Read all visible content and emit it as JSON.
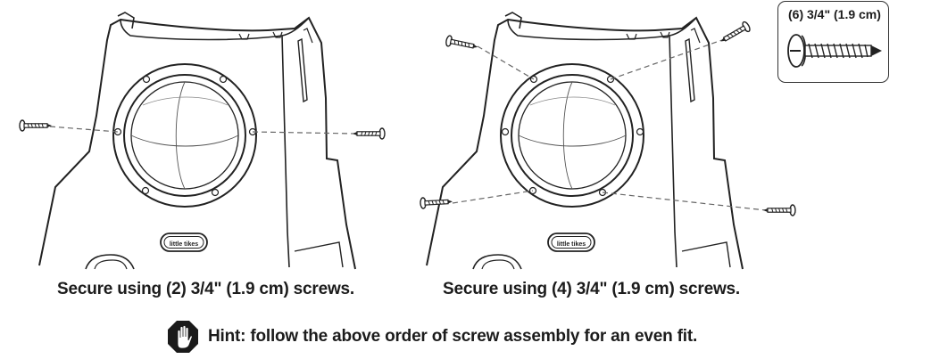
{
  "captions": {
    "left": "Secure using (2) 3/4\" (1.9 cm) screws.",
    "right": "Secure using (4) 3/4\" (1.9 cm) screws."
  },
  "hint": {
    "icon": "stop-hand-icon",
    "text": "Hint: follow the above order of screw assembly for an even fit."
  },
  "callout": {
    "label": "(6) 3/4\" (1.9 cm)",
    "icon": "screw-icon"
  },
  "logo_text": "little tikes"
}
